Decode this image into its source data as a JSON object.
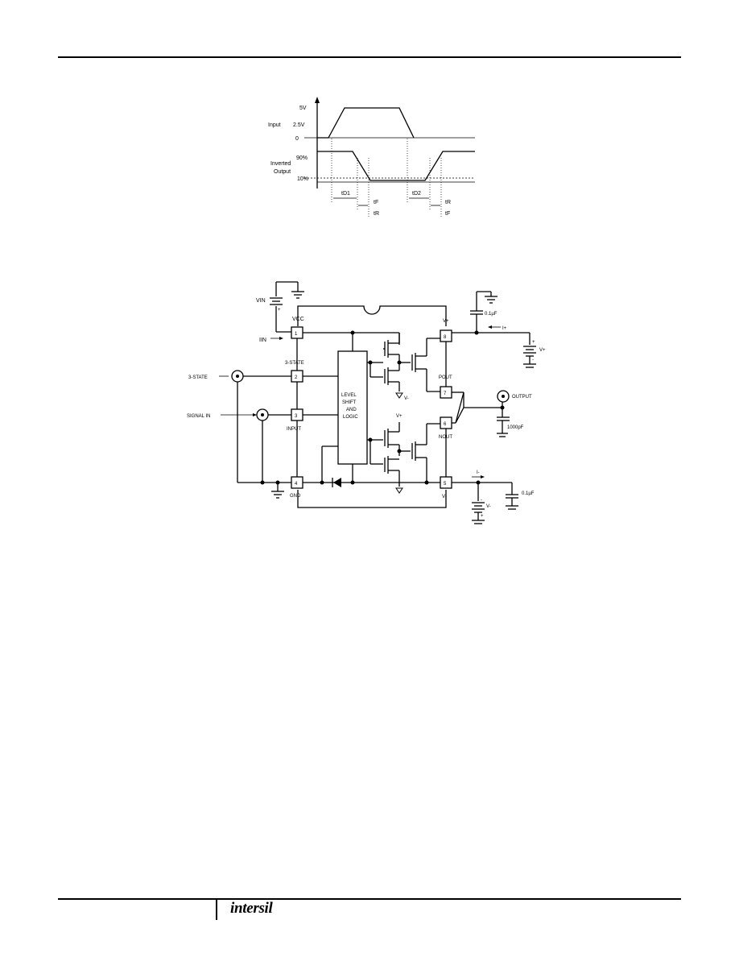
{
  "header": {},
  "timing": {
    "v5": "5V",
    "input": "Input",
    "v25": "2.5V",
    "v0": "0",
    "p90": "90%",
    "inverted": "Inverted",
    "output": "Output",
    "p10": "10%",
    "td1": "tD1",
    "td2": "tD2",
    "tf_left": "tF",
    "tr_left": "tR",
    "tr_right": "tR",
    "tf_right": "tF"
  },
  "circuit": {
    "vin_label": "VIN",
    "vcc_label": "VCC",
    "iin_label": "IIN",
    "cap_top_label": "0.1µF",
    "iplus_label": "I+",
    "vplus_label": "V+",
    "tristate_pin_label": "3-STATE",
    "tristate_source_label": "3-STATE",
    "signal_in_label": "SIGNAL IN",
    "input_pin_label": "INPUT",
    "gnd_pin_label": "GND",
    "logic_line1": "LEVEL",
    "logic_line2": "SHIFT",
    "logic_line3": "AND",
    "logic_line4": "LOGIC",
    "pin1": "1",
    "pin2": "2",
    "pin3": "3",
    "pin4": "4",
    "pin5": "5",
    "pin6": "6",
    "pin7": "7",
    "pin8": "8",
    "pout_label": "POUT",
    "nout_label": "NOUT",
    "output_label": "OUTPUT",
    "cap_load_label": "1000pF",
    "vplus_small_top": "V+",
    "vplus_small_mid": "V+",
    "vminus_small": "V-",
    "vminus_pin_label": "V-",
    "iminus_label": "I-",
    "vminus_supply_label": "V-",
    "cap_bottom_label": "0.1µF",
    "pinlabel_v_plus": "V+"
  },
  "footer": {
    "logo": "intersil"
  }
}
